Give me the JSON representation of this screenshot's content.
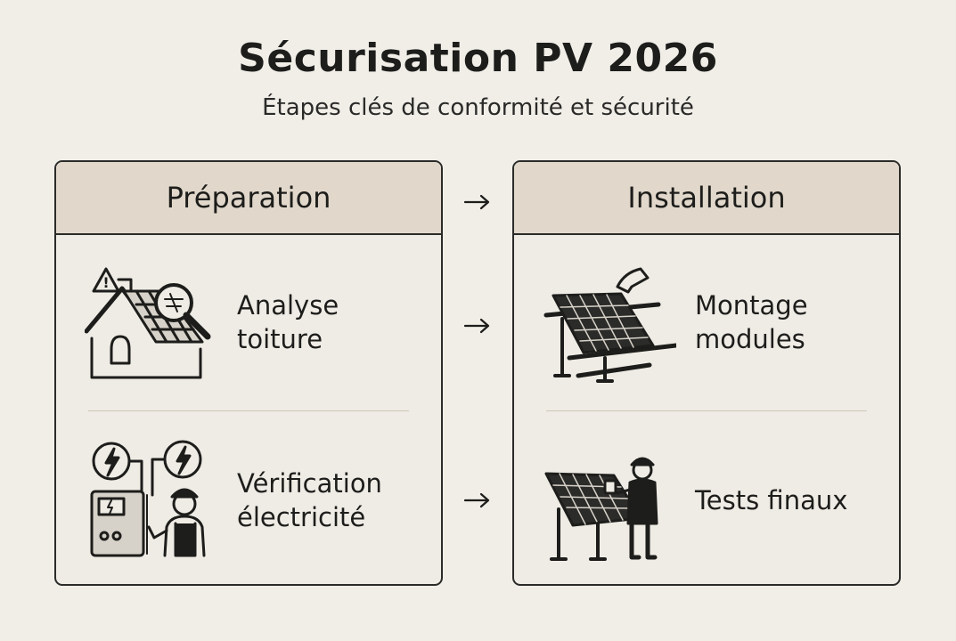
{
  "header": {
    "title": "Sécurisation PV 2026",
    "subtitle": "Étapes clés de conformité et sécurité"
  },
  "panels": [
    {
      "title": "Préparation",
      "steps": [
        {
          "label": "Analyse\ntoiture",
          "icon": "roof-inspection-icon"
        },
        {
          "label": "Vérification\nélectricité",
          "icon": "electrician-icon"
        }
      ]
    },
    {
      "title": "Installation",
      "steps": [
        {
          "label": "Montage\nmodules",
          "icon": "solar-panel-mounting-icon"
        },
        {
          "label": "Tests finaux",
          "icon": "solar-panel-testing-icon"
        }
      ]
    }
  ],
  "colors": {
    "background": "#f1eee8",
    "header_fill": "#e1d8cb",
    "stroke": "#2b2b29"
  }
}
